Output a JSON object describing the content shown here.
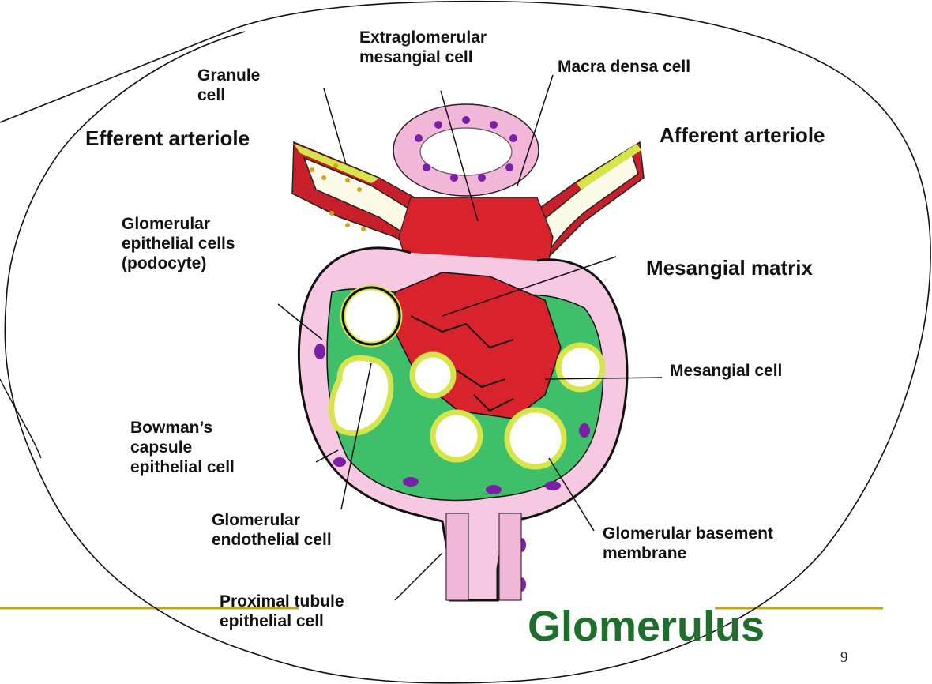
{
  "title": "Glomerulus",
  "page_number": "9",
  "labels": {
    "extraglomerular": [
      "Extraglomerular",
      "mesangial cell"
    ],
    "macra_densa": [
      "Macra densa cell"
    ],
    "granule": [
      "Granule",
      "cell"
    ],
    "efferent": [
      "Efferent arteriole"
    ],
    "afferent": [
      "Afferent arteriole"
    ],
    "podocyte": [
      "Glomerular",
      "epithelial cells",
      "(podocyte)"
    ],
    "mesangial_matrix": [
      "Mesangial matrix"
    ],
    "mesangial_cell": [
      "Mesangial cell"
    ],
    "bowman": [
      "Bowman’s",
      "capsule",
      "epithelial cell"
    ],
    "endothelial": [
      "Glomerular",
      "endothelial cell"
    ],
    "basement": [
      "Glomerular basement",
      "membrane"
    ],
    "proximal": [
      "Proximal tubule",
      "epithelial cell"
    ]
  },
  "colors": {
    "title_green": "#1f6e2c",
    "rule_gold": "#c9a21a",
    "podocyte_green": "#3fbf6a",
    "mesangium_red": "#d8232c",
    "capsule_pink": "#f2b6d8",
    "nucleus_purple": "#7a1fa8",
    "capillary_yellow": "#d6e64a"
  }
}
